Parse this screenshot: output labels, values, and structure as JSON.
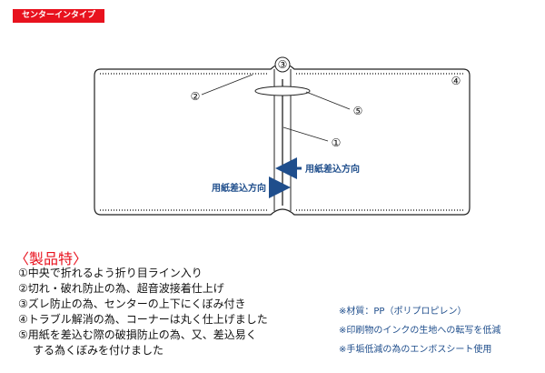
{
  "header": {
    "tag": "センターインタイプ"
  },
  "diagram": {
    "callouts": {
      "c1": "①",
      "c2": "②",
      "c3": "③",
      "c4": "④",
      "c5": "⑤"
    },
    "arrow_right_label": "用紙差込方向",
    "arrow_left_label": "用紙差込方向",
    "colors": {
      "arrow": "#1f4e8c",
      "line": "#222222"
    }
  },
  "features": {
    "title": "〈製品特〉",
    "items": [
      "①中央で折れるよう折り目ライン入り",
      "②切れ・破れ防止の為、超音波接着仕上げ",
      "③ズレ防止の為、センターの上下にくぼみ付き",
      "④トラブル解消の為、コーナーは丸く仕上げました",
      "⑤用紙を差込む際の破損防止の為、又、差込易く"
    ],
    "continuation": "する為くぼみを付けました"
  },
  "notes": [
    "※材質：PP（ポリプロピレン）",
    "※印刷物のインクの生地への転写を低減",
    "※手垢低減の為のエンボスシート使用"
  ]
}
